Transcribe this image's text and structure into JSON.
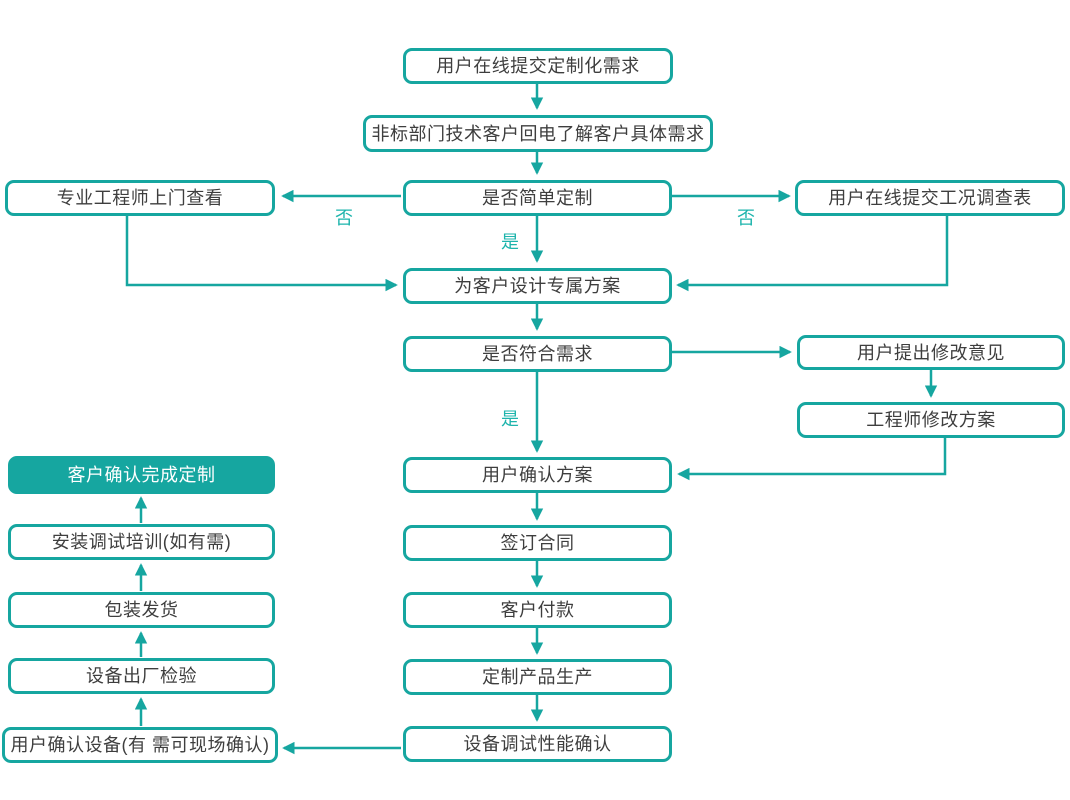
{
  "diagram": {
    "background_color": "#ffffff",
    "accent_teal": "#16a6a0",
    "edge_label_teal": "#1db4ac",
    "text_color": "#3e3e3e",
    "nodes": {
      "submit": "用户在线提交定制化需求",
      "callback": "非标部门技术客户回电了解客户具体需求",
      "engineer_visit": "专业工程师上门查看",
      "simple_custom": "是否简单定制",
      "survey": "用户在线提交工况调查表",
      "design": "为客户设计专属方案",
      "meets_needs": "是否符合需求",
      "feedback": "用户提出修改意见",
      "revise": "工程师修改方案",
      "confirm_plan": "用户确认方案",
      "sign": "签订合同",
      "pay": "客户付款",
      "produce": "定制产品生产",
      "debug": "设备调试性能确认",
      "confirm_device": "用户确认设备(有 需可现场确认)",
      "inspection": "设备出厂检验",
      "ship": "包装发货",
      "training": "安装调试培训(如有需)",
      "complete": "客户确认完成定制"
    },
    "edge_labels": {
      "no_left": "否",
      "no_right": "否",
      "yes_to_design": "是",
      "yes_to_confirm": "是"
    }
  }
}
